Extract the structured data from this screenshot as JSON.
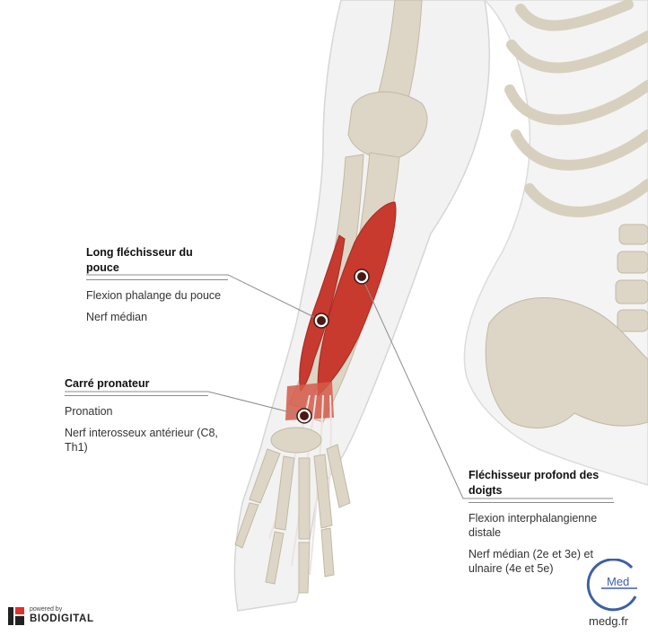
{
  "labels": {
    "long_flechisseur": {
      "title": "Long fléchisseur du pouce",
      "action": "Flexion phalange du pouce",
      "nerve": "Nerf médian"
    },
    "carre_pronateur": {
      "title": "Carré pronateur",
      "action": "Pronation",
      "nerve": "Nerf interosseux antérieur (C8, Th1)"
    },
    "flechisseur_profond": {
      "title": "Fléchisseur profond des doigts",
      "action": "Flexion interphalangienne distale",
      "nerve": "Nerf médian (2e et 3e) et ulnaire (4e et 5e)"
    }
  },
  "branding": {
    "powered_by": "powered by",
    "biodigital": "BIODIGITAL",
    "logo_text": "Med",
    "site": "medg.fr"
  },
  "colors": {
    "muscle": "#c8392e",
    "bone": "#ddd6c6",
    "skin_outline": "#d4d4d4",
    "biodigital_red": "#e0322b",
    "logo_blue": "#3d5fa8"
  }
}
